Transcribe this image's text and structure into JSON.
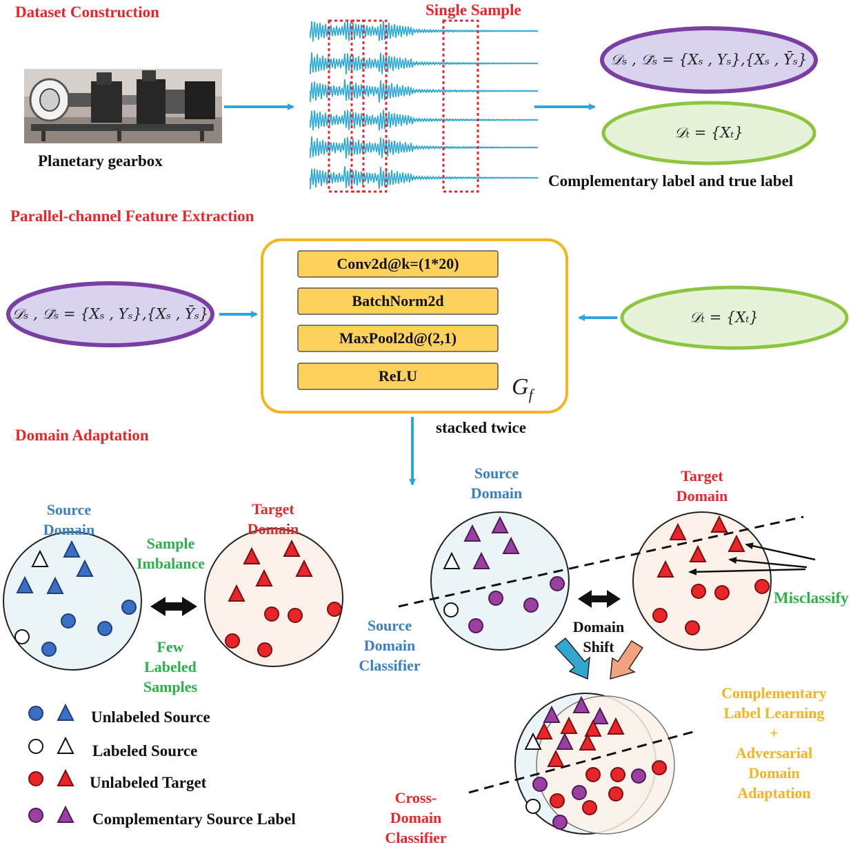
{
  "sections": {
    "dataset": "Dataset Construction",
    "extraction": "Parallel-channel Feature Extraction",
    "adaptation": "Domain Adaptation"
  },
  "top": {
    "gearbox_caption": "Planetary gearbox",
    "single_sample": "Single Sample",
    "source_set": "𝒟ₛ , 𝒟̄ₛ = {Xₛ , Yₛ},{Xₛ , Ȳₛ}",
    "target_set": "𝒟ₜ = {Xₜ}",
    "label_caption": "Complementary label and true label"
  },
  "extractor": {
    "source_set": "𝒟ₛ , 𝒟̄ₛ = {Xₛ , Yₛ},{Xₛ , Ȳₛ}",
    "target_set": "𝒟ₜ = {Xₜ}",
    "layers": [
      "Conv2d@k=(1*20)",
      "BatchNorm2d",
      "MaxPool2d@(2,1)",
      "ReLU"
    ],
    "symbol": "G",
    "symbol_sub": "f",
    "stacked": "stacked twice"
  },
  "left_panel": {
    "source_title": [
      "Source",
      "Domain"
    ],
    "target_title": [
      "Target",
      "Domain"
    ],
    "imbalance": [
      "Sample",
      "Imbalance"
    ],
    "few": [
      "Few",
      "Labeled",
      "Samples"
    ]
  },
  "legend": [
    {
      "label": "Unlabeled Source",
      "fill": "#3b6fc4",
      "stroke": "#1f3f7a"
    },
    {
      "label": "Labeled Source",
      "fill": "#ffffff",
      "stroke": "#111111"
    },
    {
      "label": "Unlabeled Target",
      "fill": "#e8262a",
      "stroke": "#7a0f12"
    },
    {
      "label": "Complementary Source Label",
      "fill": "#9b3fa2",
      "stroke": "#4d1c52"
    }
  ],
  "right_panel": {
    "source_title": [
      "Source",
      "Domain"
    ],
    "target_title": [
      "Target",
      "Domain"
    ],
    "classifier": [
      "Source",
      "Domain",
      "Classifier"
    ],
    "shift": [
      "Domain",
      "Shift"
    ],
    "misclassify": "Misclassify",
    "cll": [
      "Complementary",
      "Label Learning",
      "+",
      "Adversarial",
      "Domain",
      "Adaptation"
    ],
    "cross": [
      "Cross-",
      "Domain",
      "Classifier"
    ]
  },
  "colors": {
    "section_red": "#e8262a",
    "domain_blue": "#3a7fc2",
    "note_green": "#2bb04a",
    "cll_orange": "#f4b41a",
    "arrow_blue": "#2aa7d9",
    "source_ellipse": "#d9d3ef",
    "source_ellipse_border": "#7b3fa3",
    "target_ellipse": "#e6f3d8",
    "target_ellipse_border": "#8cc63f",
    "layer_fill": "#fcd25d",
    "extractor_border": "#f4b41a",
    "source_circle": "#ebf4f6",
    "target_circle": "#fbf1e8"
  }
}
